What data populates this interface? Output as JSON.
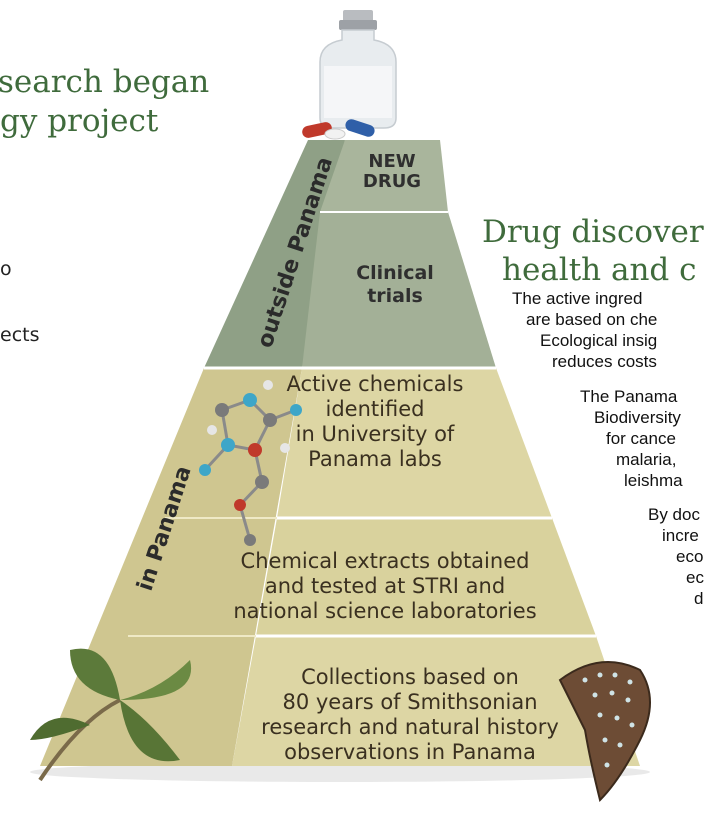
{
  "left_title": {
    "line1": "search began",
    "line2": "gy project"
  },
  "left_fragments": [
    "o",
    "ects"
  ],
  "right_title": {
    "line1": "Drug discover",
    "line2": "health and c"
  },
  "right_paragraphs": [
    [
      "The active ingred",
      "are based on che",
      "Ecological insig",
      "reduces costs"
    ],
    [
      "The Panama",
      "Biodiversity",
      "for cance",
      "malaria,",
      "leishma"
    ],
    [
      "By doc",
      "incre",
      "eco",
      "ec",
      "d"
    ]
  ],
  "pyramid": {
    "side_labels": {
      "upper": "outside Panama",
      "lower": "in Panama"
    },
    "tiers": {
      "new_drug": [
        "NEW",
        "DRUG"
      ],
      "clinical_trials": [
        "Clinical",
        "trials"
      ],
      "active_chemicals": [
        "Active chemicals",
        "identified",
        "in University of",
        "Panama labs"
      ],
      "chemical_extracts": [
        "Chemical extracts obtained",
        "and tested at STRI and",
        "national science laboratories"
      ],
      "collections": [
        "Collections based on",
        "80 years of Smithsonian",
        "research and natural history",
        "observations in Panama"
      ]
    }
  },
  "colors": {
    "green_tier": "#a9b59c",
    "green_side": "#8fa086",
    "tan_tier": "#ddd6a4",
    "tan_side": "#cfc690",
    "title_green": "#3f6b3c"
  },
  "icons": [
    "vial-icon",
    "pills-icon",
    "molecule-icon",
    "leaf-icon",
    "caterpillar-icon"
  ]
}
